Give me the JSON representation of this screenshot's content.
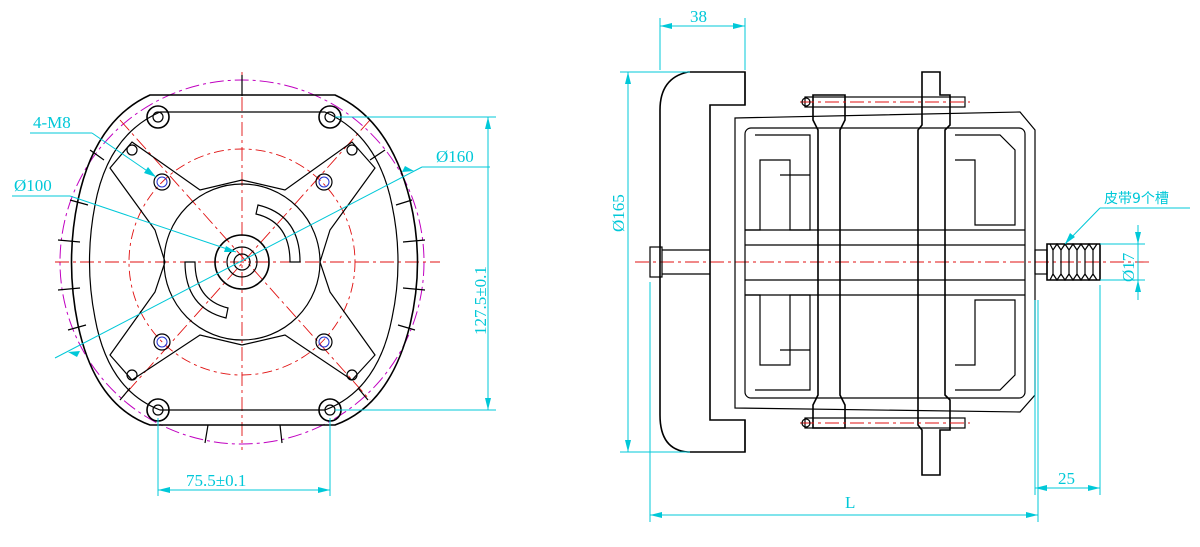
{
  "front_view": {
    "bolt_callout": "4-M8",
    "dia_inner": "Ø100",
    "dia_outer": "Ø160",
    "height_dim": "127.5±0.1",
    "width_dim": "75.5±0.1"
  },
  "side_view": {
    "flange_width": "38",
    "overall_dia": "Ø165",
    "pulley_note": "皮带9个槽",
    "shaft_dia": "Ø17",
    "shaft_len": "25",
    "length_label": "L"
  },
  "colors": {
    "dimension": "#00c8d8",
    "centerline": "#e01010",
    "outline": "#000000",
    "phantom": "#c000c0",
    "hidden": "#2030d0"
  }
}
